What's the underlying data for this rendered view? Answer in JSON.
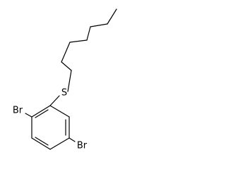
{
  "molecule": {
    "atom_labels": {
      "sulfur": "S",
      "bromine_1": "Br",
      "bromine_2": "Br"
    }
  }
}
